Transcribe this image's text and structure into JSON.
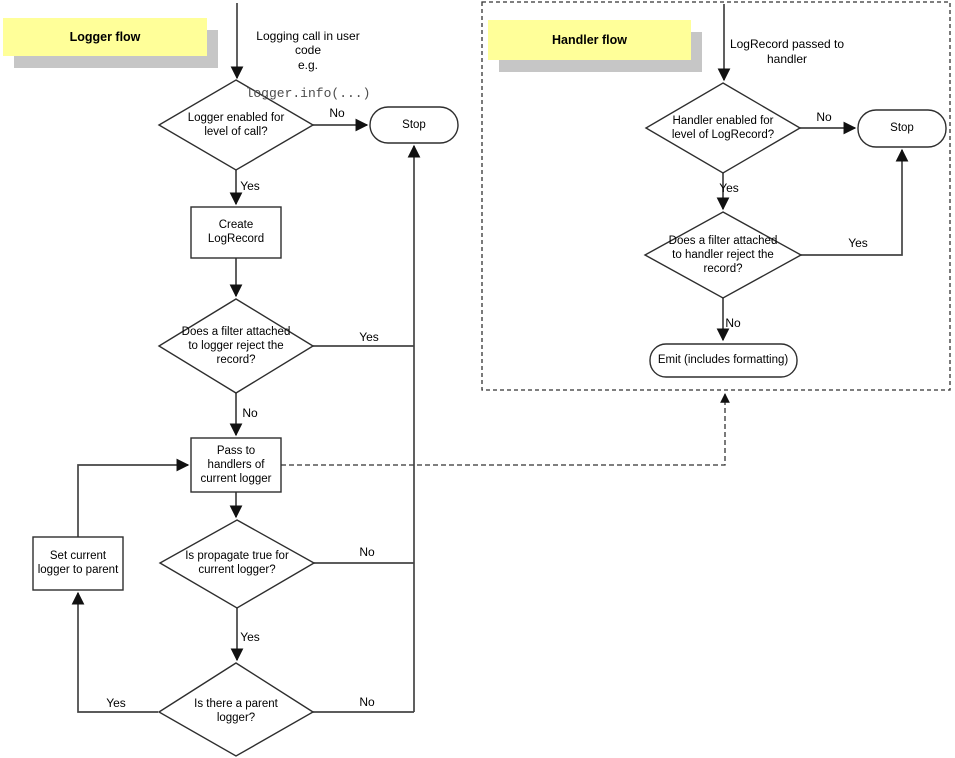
{
  "colors": {
    "background": "#ffffff",
    "title_bg": "#ffff99",
    "title_shadow": "#c6c6c6",
    "shape_stroke": "#2e2e2e",
    "connector": "#444444",
    "code_text": "#4d4d4d",
    "text": "#000000"
  },
  "logger_flow": {
    "title": "Logger flow",
    "entry_note": {
      "text": "Logging call in user\ncode\ne.g.",
      "code": "logger.info(...)"
    },
    "nodes": {
      "enabled_check": "Logger enabled for\nlevel of call?",
      "stop": "Stop",
      "create_record": "Create\nLogRecord",
      "filter_check": "Does a filter attached\nto logger reject the\nrecord?",
      "pass_handlers": "Pass to\nhandlers of\ncurrent logger",
      "propagate_check": "Is propagate true for\ncurrent logger?",
      "parent_check": "Is there a parent\nlogger?",
      "set_parent": "Set current\nlogger to parent"
    },
    "edge_labels": {
      "enabled_no": "No",
      "enabled_yes": "Yes",
      "filter_yes": "Yes",
      "filter_no": "No",
      "propagate_no": "No",
      "propagate_yes": "Yes",
      "parent_yes": "Yes",
      "parent_no": "No"
    }
  },
  "handler_flow": {
    "title": "Handler flow",
    "entry_note": {
      "text": "LogRecord passed to\nhandler"
    },
    "nodes": {
      "enabled_check": "Handler enabled for\nlevel of LogRecord?",
      "stop": "Stop",
      "filter_check": "Does a filter attached\nto handler reject the\nrecord?",
      "emit": "Emit (includes formatting)"
    },
    "edge_labels": {
      "enabled_no": "No",
      "enabled_yes": "Yes",
      "filter_yes": "Yes",
      "filter_no": "No"
    }
  }
}
